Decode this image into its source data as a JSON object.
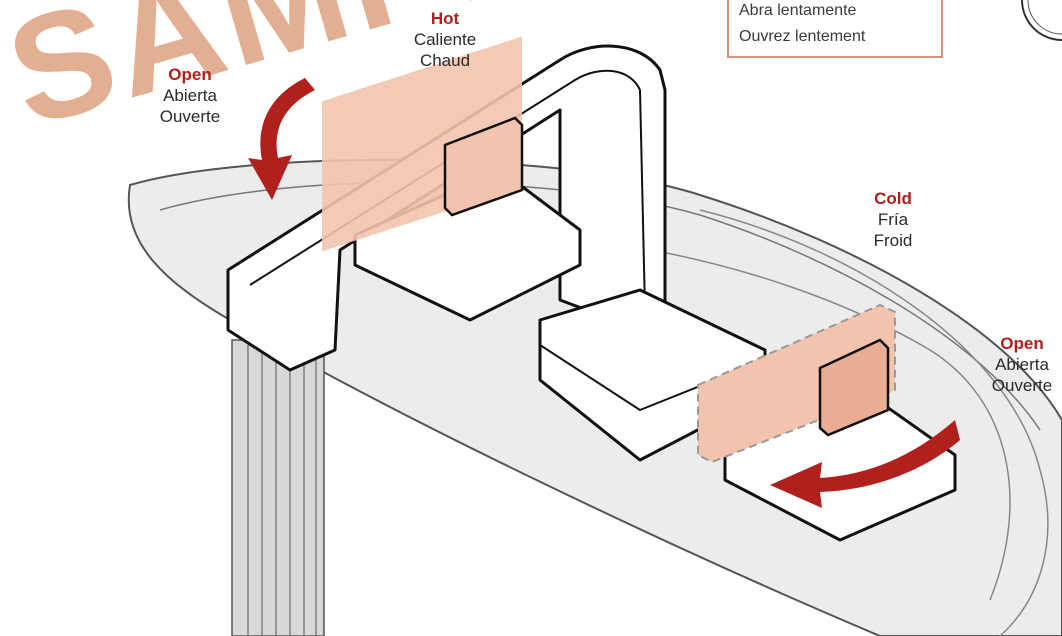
{
  "labels": {
    "hot": {
      "title": "Hot",
      "line2": "Caliente",
      "line3": "Chaud"
    },
    "open_left": {
      "title": "Open",
      "line2": "Abierta",
      "line3": "Ouverte"
    },
    "cold": {
      "title": "Cold",
      "line2": "Fría",
      "line3": "Froid"
    },
    "open_right": {
      "title": "Open",
      "line2": "Abierta",
      "line3": "Ouverte"
    }
  },
  "notice": {
    "line1": "Abra lentamente",
    "line2": "Ouvrez lentement"
  },
  "watermark": "SAMPLE",
  "colors": {
    "accent": "#b0201c",
    "handle_highlight": "#f2c4ad",
    "watermark": "#dfa27f",
    "countertop": "#ececec",
    "outline": "#111111"
  }
}
